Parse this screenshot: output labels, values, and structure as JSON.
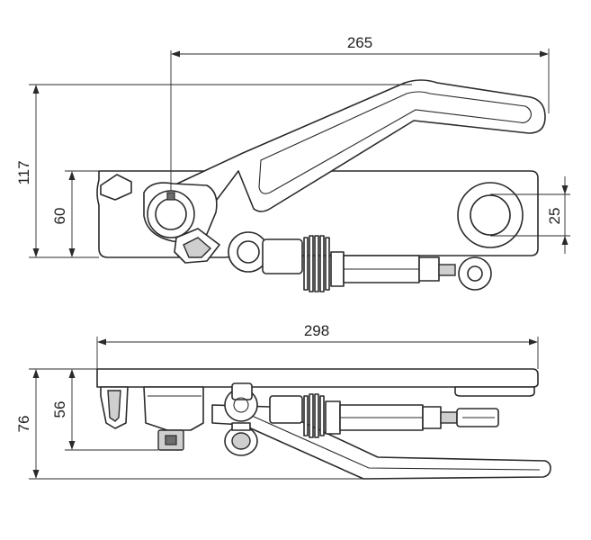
{
  "dimensions": {
    "top_width": "265",
    "top_height_outer": "117",
    "top_height_inner": "60",
    "hole_diameter": "25",
    "side_width": "298",
    "side_height_outer": "76",
    "side_height_inner": "56"
  },
  "colors": {
    "line": "#2a2a2a",
    "fill_light": "#ffffff",
    "fill_grey": "#cfcfcf",
    "fill_dark": "#6d6d6d"
  }
}
